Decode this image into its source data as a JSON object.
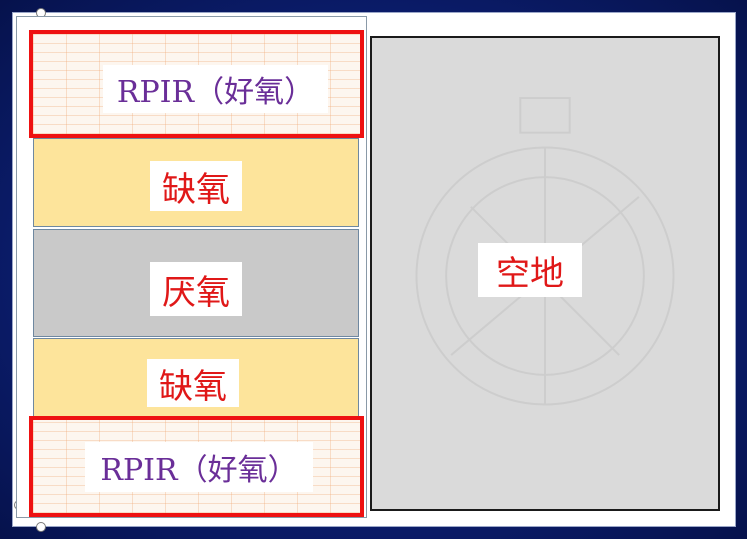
{
  "zones": {
    "top_rpir": "RPIR（好氧）",
    "anoxic_upper": "缺氧",
    "anaerobic": "厌氧",
    "anoxic_lower": "缺氧",
    "bottom_rpir": "RPIR（好氧）",
    "open_area": "空地"
  },
  "colors": {
    "rpir_border": "#ee1111",
    "anoxic_fill": "#fde49b",
    "anaerobic_fill": "#c9c9c9",
    "open_area_fill": "#dadada",
    "rpir_text": "#6a2e98",
    "zone_text": "#e01818",
    "background": "#0c1f73"
  }
}
